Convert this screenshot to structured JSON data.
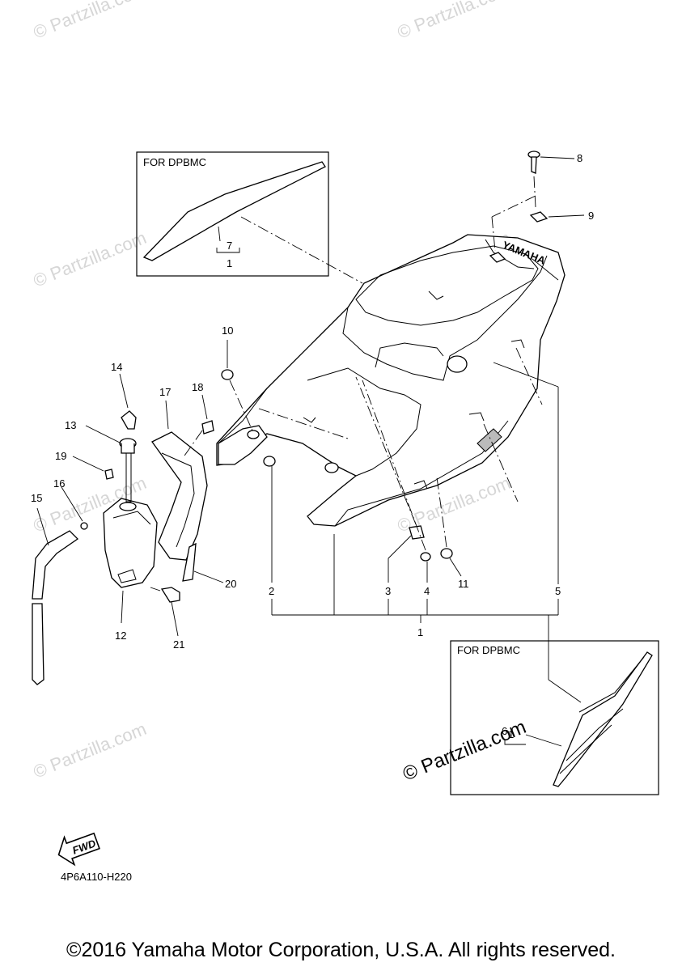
{
  "watermark": "© Partzilla.com",
  "watermark_main": "© Partzilla.com",
  "box_labels": [
    "FOR DPBMC",
    "FOR DPBMC"
  ],
  "callouts": {
    "p1": "1",
    "p1b": "1",
    "p2": "2",
    "p3": "3",
    "p4": "4",
    "p5": "5",
    "p7": "7",
    "p8": "8",
    "p9": "9",
    "p10": "10",
    "p11": "11",
    "p12": "12",
    "p13": "13",
    "p14": "14",
    "p15": "15",
    "p16": "16",
    "p17": "17",
    "p18": "18",
    "p19": "19",
    "p20": "20",
    "p21": "21",
    "p1c": "1",
    "p6": "6"
  },
  "fwd_label": "FWD",
  "diagram_code": "4P6A110-H220",
  "copyright": "©2016 Yamaha Motor Corporation, U.S.A. All rights reserved."
}
